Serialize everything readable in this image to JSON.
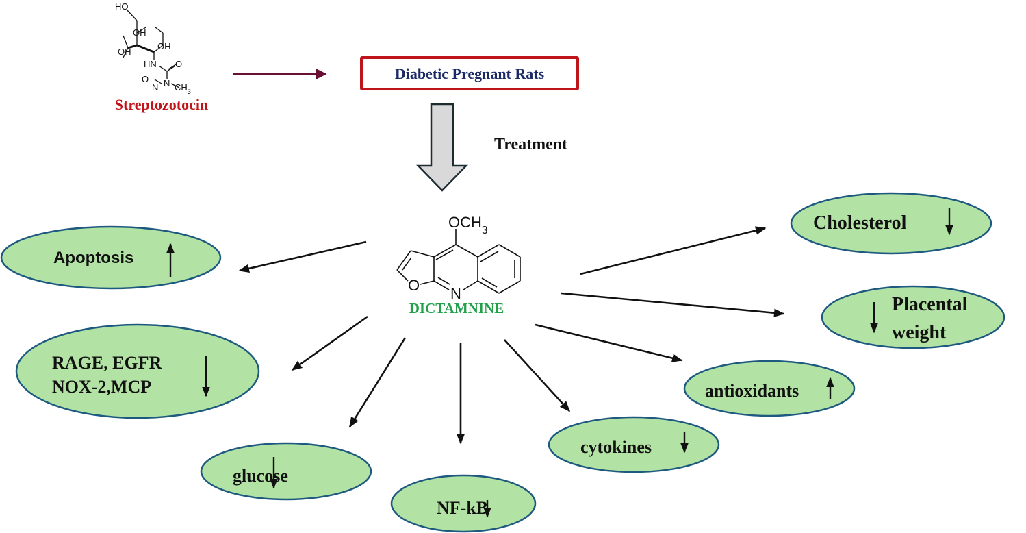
{
  "inducer": {
    "name": "Streptozotocin",
    "structure_labels": [
      "HO",
      "OH",
      "OH",
      "OH",
      "HN",
      "O",
      "O",
      "N",
      "N",
      "CH3"
    ],
    "color": "#c0141b"
  },
  "model": {
    "label": "Diabetic Pregnant Rats",
    "text_color": "#1b2a66",
    "border_color": "#c0141b"
  },
  "treatment_label": "Treatment",
  "compound": {
    "name": "DICTAMNINE",
    "substituent": "OCH3",
    "ring_atoms": [
      "O",
      "N"
    ],
    "color": "#22a14a"
  },
  "effects": [
    {
      "id": "apoptosis",
      "lines": [
        "Apoptosis"
      ],
      "direction": "up",
      "symbol": "↑"
    },
    {
      "id": "rage",
      "lines": [
        "RAGE, EGFR",
        "NOX-2,MCP"
      ],
      "direction": "down",
      "symbol": "↓"
    },
    {
      "id": "glucose",
      "lines": [
        "glucose"
      ],
      "direction": "down",
      "symbol": "↓"
    },
    {
      "id": "nfkb",
      "lines": [
        "NF-kB"
      ],
      "direction": "down",
      "symbol": "↓"
    },
    {
      "id": "cytokines",
      "lines": [
        "cytokines"
      ],
      "direction": "down",
      "symbol": "↓"
    },
    {
      "id": "antioxidants",
      "lines": [
        "antioxidants"
      ],
      "direction": "up",
      "symbol": "↑"
    },
    {
      "id": "placental",
      "lines": [
        "Placental",
        "weight"
      ],
      "direction": "down",
      "symbol": "↓"
    },
    {
      "id": "cholesterol",
      "lines": [
        "Cholesterol"
      ],
      "direction": "down",
      "symbol": "↓"
    }
  ],
  "colors": {
    "ellipse_fill": "#b3e3a4",
    "ellipse_stroke": "#1e5a80",
    "input_arrow": "#6a0f35",
    "treatment_arrow_fill": "#d9d9d9",
    "treatment_arrow_stroke": "#1d2b33"
  }
}
